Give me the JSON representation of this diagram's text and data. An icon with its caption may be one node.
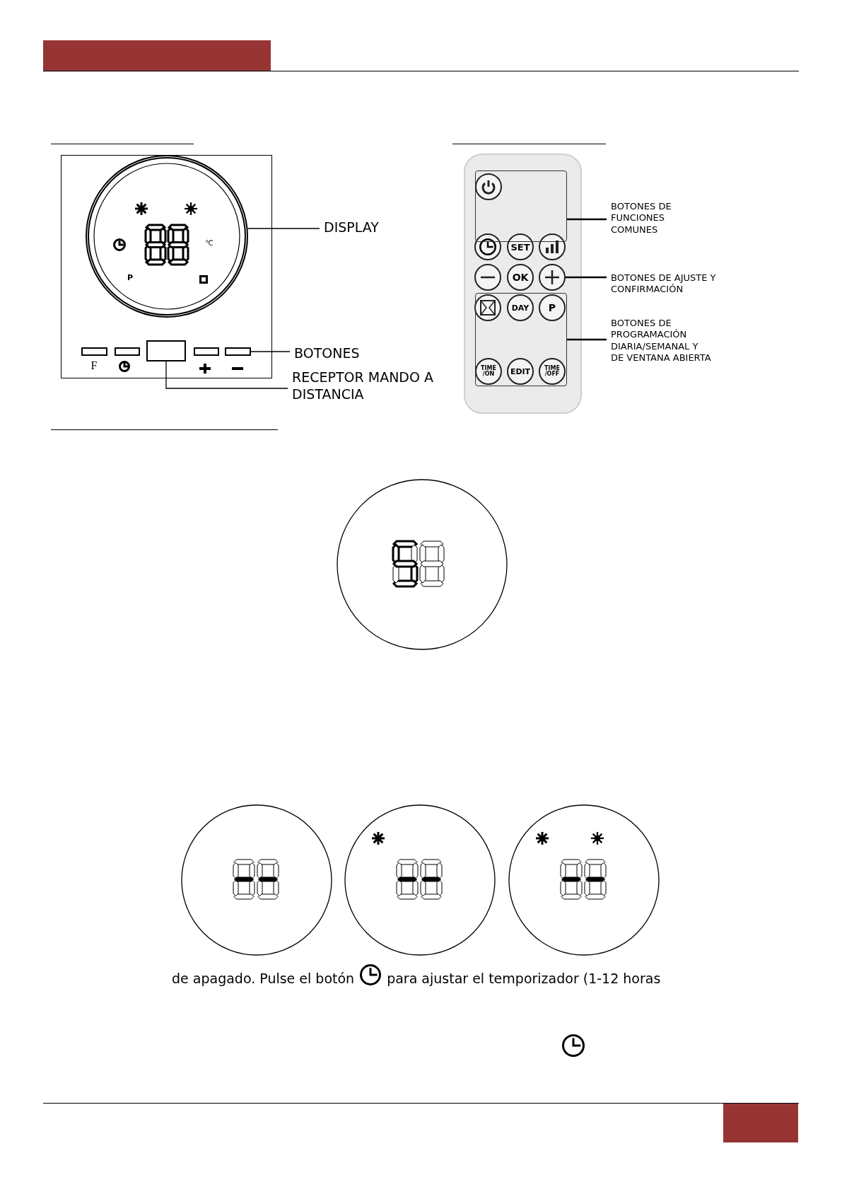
{
  "diagram": {
    "nodes": [
      {
        "text": [
          "DISPLAY"
        ]
      },
      {
        "text": [],
        "shape": "circle"
      },
      {
        "text": [
          "BOTONES"
        ]
      },
      {
        "text": [],
        "shape": "box"
      },
      {
        "text": [
          "RECEPTOR MANDO A DISTANCIA"
        ]
      },
      {
        "text": [],
        "shape": "box"
      },
      {
        "text": [
          "BOTONES DE FUNCIONES COMUNES"
        ]
      },
      {
        "text": [],
        "shape": "box"
      },
      {
        "text": [
          "BOTONES DE AJUSTE Y CONFIRMACIÓN"
        ]
      },
      {
        "text": [],
        "shape": "circle"
      },
      {
        "text": [
          "OK"
        ]
      },
      {
        "text": [],
        "shape": "circle"
      },
      {
        "text": [
          "BOTONES DE PROGRAMACIÓN DIARIA/SEMANAL Y DE VENTANA ABIERTA"
        ]
      },
      {
        "text": [],
        "shape": "box"
      }
    ],
    "edges": [
      {
        "from": 0,
        "to": 1,
        "arrow": "none"
      },
      {
        "from": 2,
        "to": 3,
        "arrow": "none"
      },
      {
        "from": 4,
        "to": 5,
        "arrow": "none"
      },
      {
        "from": 6,
        "to": 7,
        "arrow": "none"
      },
      {
        "from": 8,
        "to": 11,
        "arrow": "none"
      },
      {
        "from": 12,
        "to": 13,
        "arrow": "none"
      }
    ],
    "labels": [
      "℃",
      "P",
      "F",
      "SET",
      "DAY",
      "P",
      "TIME /ON",
      "EDIT",
      "TIME /OFF",
      "de apagado. Pulse el botón",
      "para ajustar el temporizador (1-12 horas"
    ]
  }
}
